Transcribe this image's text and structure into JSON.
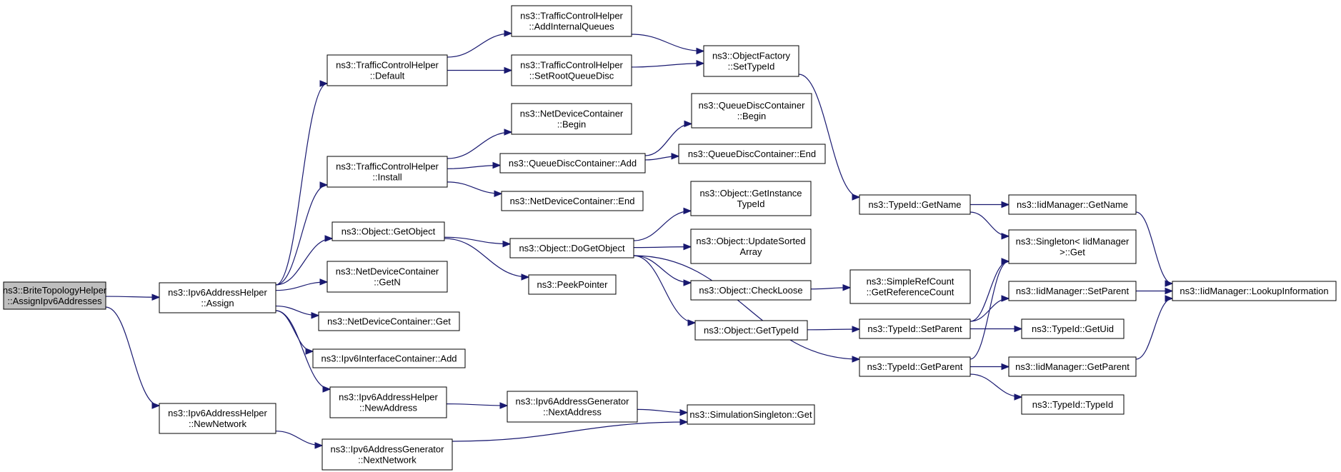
{
  "graph": {
    "edge_color": "#191970",
    "root_fill": "#bfbfbf",
    "nodes": [
      {
        "id": "bth",
        "lines": [
          "ns3::BriteTopologyHelper",
          "::AssignIpv6Addresses"
        ],
        "root": true
      },
      {
        "id": "iah_assign",
        "lines": [
          "ns3::Ipv6AddressHelper",
          "::Assign"
        ]
      },
      {
        "id": "iah_newnet",
        "lines": [
          "ns3::Ipv6AddressHelper",
          "::NewNetwork"
        ]
      },
      {
        "id": "tch_default",
        "lines": [
          "ns3::TrafficControlHelper",
          "::Default"
        ]
      },
      {
        "id": "tch_install",
        "lines": [
          "ns3::TrafficControlHelper",
          "::Install"
        ]
      },
      {
        "id": "obj_getobject",
        "lines": [
          "ns3::Object::GetObject"
        ]
      },
      {
        "id": "ndc_getn",
        "lines": [
          "ns3::NetDeviceContainer",
          "::GetN"
        ]
      },
      {
        "id": "ndc_get",
        "lines": [
          "ns3::NetDeviceContainer::Get"
        ]
      },
      {
        "id": "iic_add",
        "lines": [
          "ns3::Ipv6InterfaceContainer::Add"
        ]
      },
      {
        "id": "iah_newaddr",
        "lines": [
          "ns3::Ipv6AddressHelper",
          "::NewAddress"
        ]
      },
      {
        "id": "iag_nextnet",
        "lines": [
          "ns3::Ipv6AddressGenerator",
          "::NextNetwork"
        ]
      },
      {
        "id": "tch_addq",
        "lines": [
          "ns3::TrafficControlHelper",
          "::AddInternalQueues"
        ]
      },
      {
        "id": "tch_setroot",
        "lines": [
          "ns3::TrafficControlHelper",
          "::SetRootQueueDisc"
        ]
      },
      {
        "id": "ndc_begin",
        "lines": [
          "ns3::NetDeviceContainer",
          "::Begin"
        ]
      },
      {
        "id": "qdc_add",
        "lines": [
          "ns3::QueueDiscContainer::Add"
        ]
      },
      {
        "id": "ndc_end",
        "lines": [
          "ns3::NetDeviceContainer::End"
        ]
      },
      {
        "id": "obj_dogetobject",
        "lines": [
          "ns3::Object::DoGetObject"
        ]
      },
      {
        "id": "peekpointer",
        "lines": [
          "ns3::PeekPointer"
        ]
      },
      {
        "id": "iag_nextaddr",
        "lines": [
          "ns3::Ipv6AddressGenerator",
          "::NextAddress"
        ]
      },
      {
        "id": "of_settypeid",
        "lines": [
          "ns3::ObjectFactory",
          "::SetTypeId"
        ]
      },
      {
        "id": "qdc_begin",
        "lines": [
          "ns3::QueueDiscContainer",
          "::Begin"
        ]
      },
      {
        "id": "qdc_end",
        "lines": [
          "ns3::QueueDiscContainer::End"
        ]
      },
      {
        "id": "obj_getinst",
        "lines": [
          "ns3::Object::GetInstance",
          "TypeId"
        ]
      },
      {
        "id": "obj_updsorted",
        "lines": [
          "ns3::Object::UpdateSorted",
          "Array"
        ]
      },
      {
        "id": "obj_checkloose",
        "lines": [
          "ns3::Object::CheckLoose"
        ]
      },
      {
        "id": "obj_gettypeid",
        "lines": [
          "ns3::Object::GetTypeId"
        ]
      },
      {
        "id": "sim_get",
        "lines": [
          "ns3::SimulationSingleton::Get"
        ]
      },
      {
        "id": "src_getref",
        "lines": [
          "ns3::SimpleRefCount",
          "::GetReferenceCount"
        ]
      },
      {
        "id": "tid_getname",
        "lines": [
          "ns3::TypeId::GetName"
        ]
      },
      {
        "id": "tid_setparent",
        "lines": [
          "ns3::TypeId::SetParent"
        ]
      },
      {
        "id": "tid_getparent",
        "lines": [
          "ns3::TypeId::GetParent"
        ]
      },
      {
        "id": "iidm_getname",
        "lines": [
          "ns3::IidManager::GetName"
        ]
      },
      {
        "id": "singleton_get",
        "lines": [
          "ns3::Singleton< IidManager",
          ">::Get"
        ]
      },
      {
        "id": "iidm_setparent",
        "lines": [
          "ns3::IidManager::SetParent"
        ]
      },
      {
        "id": "tid_getuid",
        "lines": [
          "ns3::TypeId::GetUid"
        ]
      },
      {
        "id": "iidm_getparent",
        "lines": [
          "ns3::IidManager::GetParent"
        ]
      },
      {
        "id": "tid_typeid",
        "lines": [
          "ns3::TypeId::TypeId"
        ]
      },
      {
        "id": "iidm_lookup",
        "lines": [
          "ns3::IidManager::LookupInformation"
        ]
      }
    ],
    "edges": [
      [
        "bth",
        "iah_assign"
      ],
      [
        "bth",
        "iah_newnet"
      ],
      [
        "iah_assign",
        "tch_default"
      ],
      [
        "iah_assign",
        "tch_install"
      ],
      [
        "iah_assign",
        "obj_getobject"
      ],
      [
        "iah_assign",
        "ndc_getn"
      ],
      [
        "iah_assign",
        "ndc_get"
      ],
      [
        "iah_assign",
        "iic_add"
      ],
      [
        "iah_assign",
        "iah_newaddr"
      ],
      [
        "iah_newnet",
        "iag_nextnet"
      ],
      [
        "tch_default",
        "tch_addq"
      ],
      [
        "tch_default",
        "tch_setroot"
      ],
      [
        "tch_install",
        "ndc_begin"
      ],
      [
        "tch_install",
        "qdc_add"
      ],
      [
        "tch_install",
        "ndc_end"
      ],
      [
        "obj_getobject",
        "obj_dogetobject"
      ],
      [
        "obj_getobject",
        "peekpointer"
      ],
      [
        "iah_newaddr",
        "iag_nextaddr"
      ],
      [
        "iag_nextnet",
        "sim_get"
      ],
      [
        "tch_addq",
        "of_settypeid"
      ],
      [
        "tch_setroot",
        "of_settypeid"
      ],
      [
        "qdc_add",
        "qdc_begin"
      ],
      [
        "qdc_add",
        "qdc_end"
      ],
      [
        "obj_dogetobject",
        "obj_getinst"
      ],
      [
        "obj_dogetobject",
        "obj_updsorted"
      ],
      [
        "obj_dogetobject",
        "obj_checkloose"
      ],
      [
        "obj_dogetobject",
        "obj_gettypeid"
      ],
      [
        "obj_dogetobject",
        "tid_getparent"
      ],
      [
        "iag_nextaddr",
        "sim_get"
      ],
      [
        "of_settypeid",
        "tid_getname"
      ],
      [
        "obj_checkloose",
        "src_getref"
      ],
      [
        "obj_gettypeid",
        "tid_setparent"
      ],
      [
        "tid_getname",
        "iidm_getname"
      ],
      [
        "tid_getname",
        "singleton_get"
      ],
      [
        "tid_setparent",
        "singleton_get"
      ],
      [
        "tid_setparent",
        "iidm_setparent"
      ],
      [
        "tid_setparent",
        "tid_getuid"
      ],
      [
        "tid_getparent",
        "singleton_get"
      ],
      [
        "tid_getparent",
        "iidm_getparent"
      ],
      [
        "tid_getparent",
        "tid_typeid"
      ],
      [
        "iidm_getname",
        "iidm_lookup"
      ],
      [
        "iidm_setparent",
        "iidm_lookup"
      ],
      [
        "iidm_getparent",
        "iidm_lookup"
      ]
    ]
  }
}
